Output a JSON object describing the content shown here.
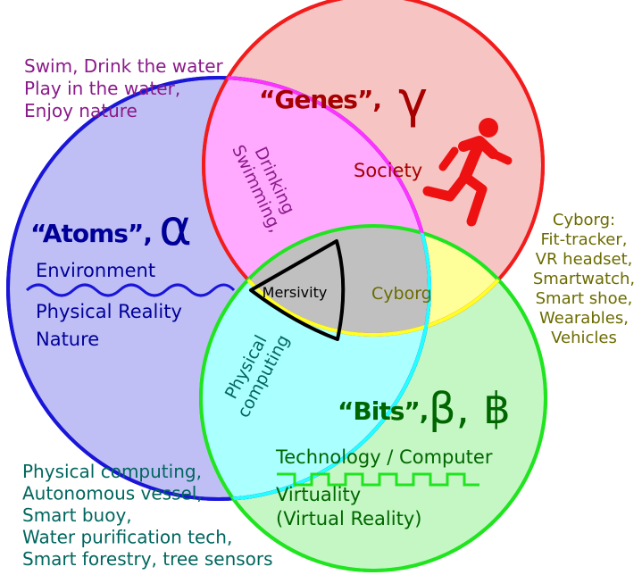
{
  "colors": {
    "atoms_fill": "#bfbff5",
    "atoms_stroke": "#1a16d8",
    "genes_fill": "#f7c4c4",
    "genes_stroke": "#f21c1c",
    "bits_fill": "#c4f7c4",
    "bits_stroke": "#20e420",
    "purple_text": "#8a1a8a",
    "genes_text": "#a60000",
    "atoms_text": "#000099",
    "olive_text": "#6b6b00",
    "teal_text": "#00665e",
    "bits_text": "#006600",
    "runner": "#ee1111",
    "overlap_ag": "#ffaaff",
    "overlap_gb": "#ffff99",
    "overlap_ab": "#aaffff",
    "center": "#c0c0c0"
  },
  "icons": [
    "runner-icon",
    "wavy-line",
    "square-wave-line"
  ],
  "corner_notes": {
    "top_left": [
      "Swim, Drink the water",
      "Play in the water,",
      "Enjoy nature"
    ],
    "right": [
      "Cyborg:",
      "Fit-tracker,",
      "VR headset,",
      "Smartwatch,",
      "Smart shoe,",
      "Wearables,",
      "Vehicles"
    ],
    "bottom_left": [
      "Physical computing,",
      "Autonomous vessel,",
      "Smart buoy,",
      "Water purification tech,",
      "Smart forestry, tree sensors"
    ]
  },
  "genes": {
    "title": "“Genes”,",
    "symbol": "γ",
    "label": "Society"
  },
  "atoms": {
    "title": "“Atoms”,",
    "symbol": "α",
    "lines": [
      "Environment",
      "Physical Reality",
      "Nature"
    ]
  },
  "bits": {
    "title": "“Bits”,",
    "symbol": "β, ฿",
    "lines": [
      "Technology / Computer",
      "Virtuality",
      "(Virtual Reality)"
    ]
  },
  "overlaps": {
    "atoms_genes": [
      "Swimming,",
      "Drinking"
    ],
    "genes_bits": "Cyborg",
    "atoms_bits": [
      "Physical",
      "computing"
    ],
    "center": "Mersivity"
  }
}
